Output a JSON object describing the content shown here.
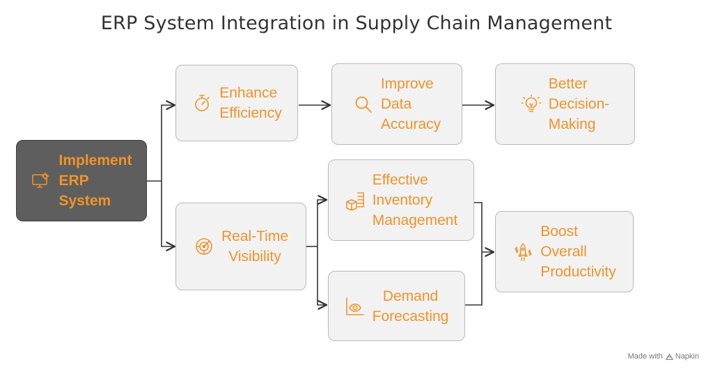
{
  "title": "ERP System Integration in Supply Chain Management",
  "colors": {
    "accent": "#f0932b",
    "root_fill": "#5e5e5e",
    "node_fill": "#f2f2f2",
    "line": "#333333"
  },
  "nodes": {
    "implement_erp": {
      "label": "Implement\nERP\nSystem",
      "icon": "computer-gear-icon"
    },
    "enhance_efficiency": {
      "label": "Enhance\nEfficiency",
      "icon": "stopwatch-icon"
    },
    "improve_accuracy": {
      "label": "Improve\nData\nAccuracy",
      "icon": "magnifier-icon"
    },
    "better_decisions": {
      "label": "Better\nDecision-\nMaking",
      "icon": "lightbulb-icon"
    },
    "real_time_visibility": {
      "label": "Real-Time\nVisibility",
      "icon": "radar-icon"
    },
    "inventory_management": {
      "label": "Effective\nInventory\nManagement",
      "icon": "boxes-icon"
    },
    "demand_forecasting": {
      "label": "Demand\nForecasting",
      "icon": "eye-chart-icon"
    },
    "boost_productivity": {
      "label": "Boost\nOverall\nProductivity",
      "icon": "rocket-money-icon"
    }
  },
  "footer": {
    "made_with": "Made with",
    "brand": "Napkin"
  }
}
